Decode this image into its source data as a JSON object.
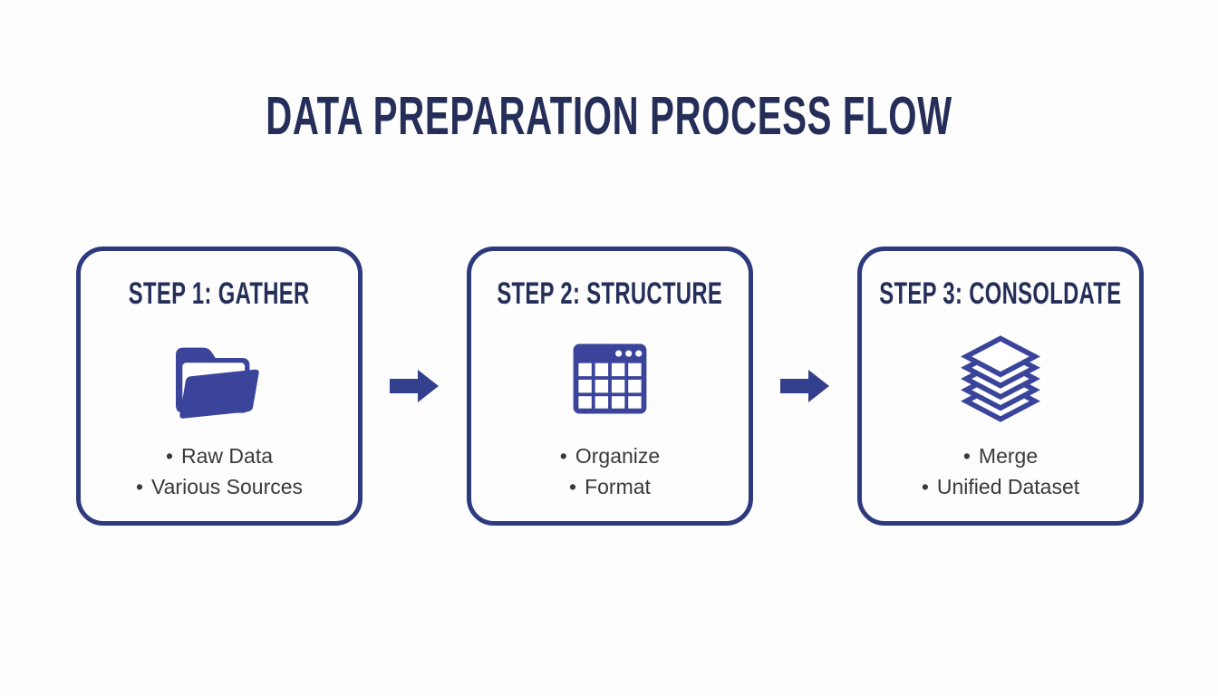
{
  "title": "DATA PREPARATION PROCESS FLOW",
  "bullet_char": "•",
  "steps": [
    {
      "title": "STEP 1: GATHER",
      "icon": "folder-icon",
      "items": [
        "Raw Data",
        "Various Sources"
      ]
    },
    {
      "title": "STEP 2: STRUCTURE",
      "icon": "table-grid-icon",
      "items": [
        "Organize",
        "Format"
      ]
    },
    {
      "title": "STEP 3: CONSOLDATE",
      "icon": "layers-stack-icon",
      "items": [
        "Merge",
        "Unified Dataset"
      ]
    }
  ],
  "connectors": [
    {
      "icon": "arrow-right-icon"
    },
    {
      "icon": "arrow-right-icon"
    }
  ],
  "colors": {
    "bg": "#fdfdfd",
    "border-navy": "#2e3a7e",
    "heading-navy": "#242e58",
    "icon-blue": "#39449a",
    "arrow-blue": "#323f8d",
    "body-text": "#3a3a3a"
  }
}
